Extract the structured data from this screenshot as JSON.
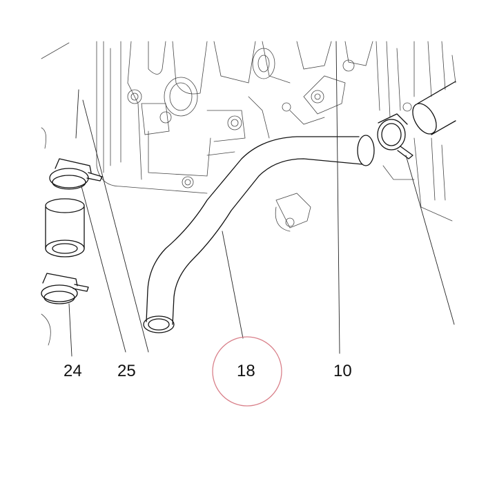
{
  "diagram": {
    "callouts": [
      {
        "label": "24"
      },
      {
        "label": "25"
      },
      {
        "label": "18"
      },
      {
        "label": "10"
      }
    ],
    "highlight_color": "#d9808a"
  }
}
